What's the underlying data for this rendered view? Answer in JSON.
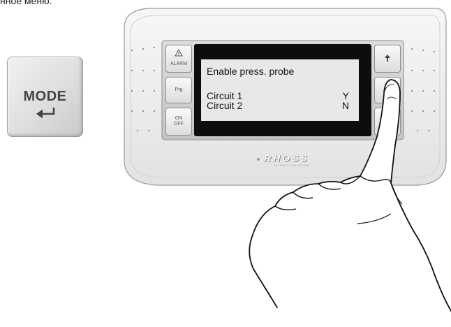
{
  "caption": "нное меню.",
  "mode_key": {
    "label": "MODE"
  },
  "panel": {
    "buttons": {
      "alarm": "ALARM",
      "prg": "Prg",
      "on_off_line1": "ON",
      "on_off_line2": "OFF"
    },
    "display": {
      "title": "Enable press. probe",
      "rows": [
        {
          "label": "Circuit  1",
          "value": "Y"
        },
        {
          "label": "Circuit  2",
          "value": "N"
        }
      ]
    },
    "brand": "RHOSS",
    "brand_tagline": "CLIMA EVOLUTION"
  },
  "icons": {
    "enter": "enter-arrow-icon",
    "alarm": "warning-triangle-icon",
    "up": "arrow-up-icon",
    "finger": "pointing-hand-icon"
  }
}
